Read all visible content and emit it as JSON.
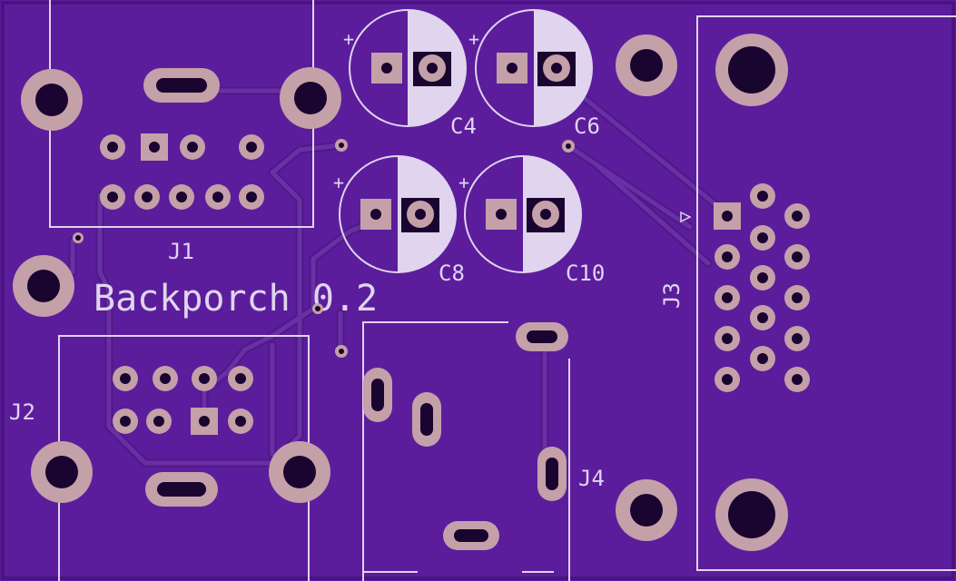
{
  "board": {
    "title": "Backporch 0.2",
    "colors": {
      "background": "#5b1d9c",
      "trace": "#6a2ea8",
      "silkscreen": "#e0d4ee",
      "pad_copper": "#c4a0a8",
      "drill": "#1a0530"
    }
  },
  "components": {
    "j1": "J1",
    "j2": "J2",
    "j3": "J3",
    "j4": "J4",
    "c4": "C4",
    "c6": "C6",
    "c8": "C8",
    "c10": "C10"
  },
  "polarity": {
    "plus": "+"
  }
}
